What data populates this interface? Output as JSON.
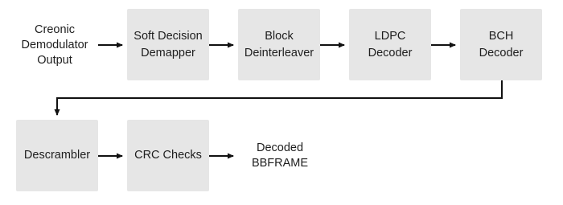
{
  "input": {
    "lines": [
      "Creonic",
      "Demodulator",
      "Output"
    ]
  },
  "row1": [
    {
      "id": "soft-decision-demapper",
      "lines": [
        "Soft Decision",
        "Demapper"
      ]
    },
    {
      "id": "block-deinterleaver",
      "lines": [
        "Block",
        "Deinterleaver"
      ]
    },
    {
      "id": "ldpc-decoder",
      "lines": [
        "LDPC",
        "Decoder"
      ]
    },
    {
      "id": "bch-decoder",
      "lines": [
        "BCH",
        "Decoder"
      ]
    }
  ],
  "row2": [
    {
      "id": "descrambler",
      "lines": [
        "Descrambler"
      ]
    },
    {
      "id": "crc-checks",
      "lines": [
        "CRC Checks"
      ]
    }
  ],
  "output": {
    "lines": [
      "Decoded",
      "BBFRAME"
    ]
  },
  "colors": {
    "block_fill": "#e6e6e6",
    "arrow": "#111111",
    "text": "#1e1e1e"
  }
}
